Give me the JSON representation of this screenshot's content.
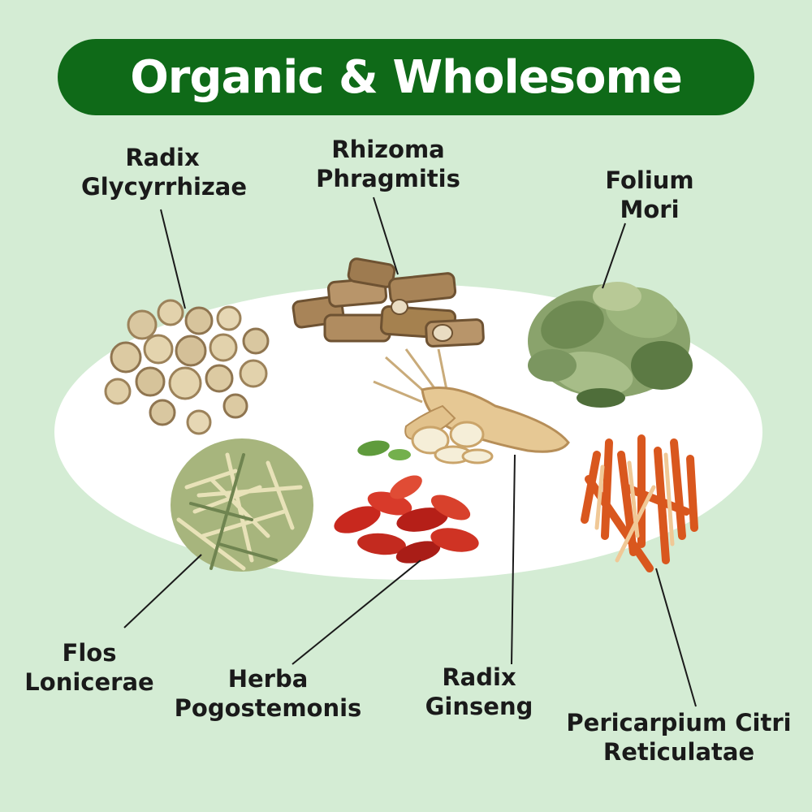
{
  "title": "Organic & Wholesome",
  "colors": {
    "background": "#d4ecd4",
    "banner": "#0f6a18",
    "title_text": "#ffffff",
    "plate": "#ffffff",
    "label_text": "#1a1a1a"
  },
  "herbs": [
    {
      "id": "radix-glycyrrhizae",
      "lines": [
        "Radix",
        "Glycyrrhizae"
      ],
      "icon": "licorice-slices-image"
    },
    {
      "id": "rhizoma-phragmitis",
      "lines": [
        "Rhizoma",
        "Phragmitis"
      ],
      "icon": "reed-rhizome-image"
    },
    {
      "id": "folium-mori",
      "lines": [
        "Folium",
        "Mori"
      ],
      "icon": "mulberry-leaves-image"
    },
    {
      "id": "flos-lonicerae",
      "lines": [
        "Flos",
        "Lonicerae"
      ],
      "icon": "honeysuckle-flowers-image"
    },
    {
      "id": "herba-pogostemonis",
      "lines": [
        "Herba",
        "Pogostemonis"
      ],
      "icon": "goji-berries-image"
    },
    {
      "id": "radix-ginseng",
      "lines": [
        "Radix",
        "Ginseng"
      ],
      "icon": "ginseng-root-image"
    },
    {
      "id": "pericarpium-citri-reticulatae",
      "lines": [
        "Pericarpium Citri",
        "Reticulatae"
      ],
      "icon": "dried-tangerine-peel-image"
    }
  ]
}
